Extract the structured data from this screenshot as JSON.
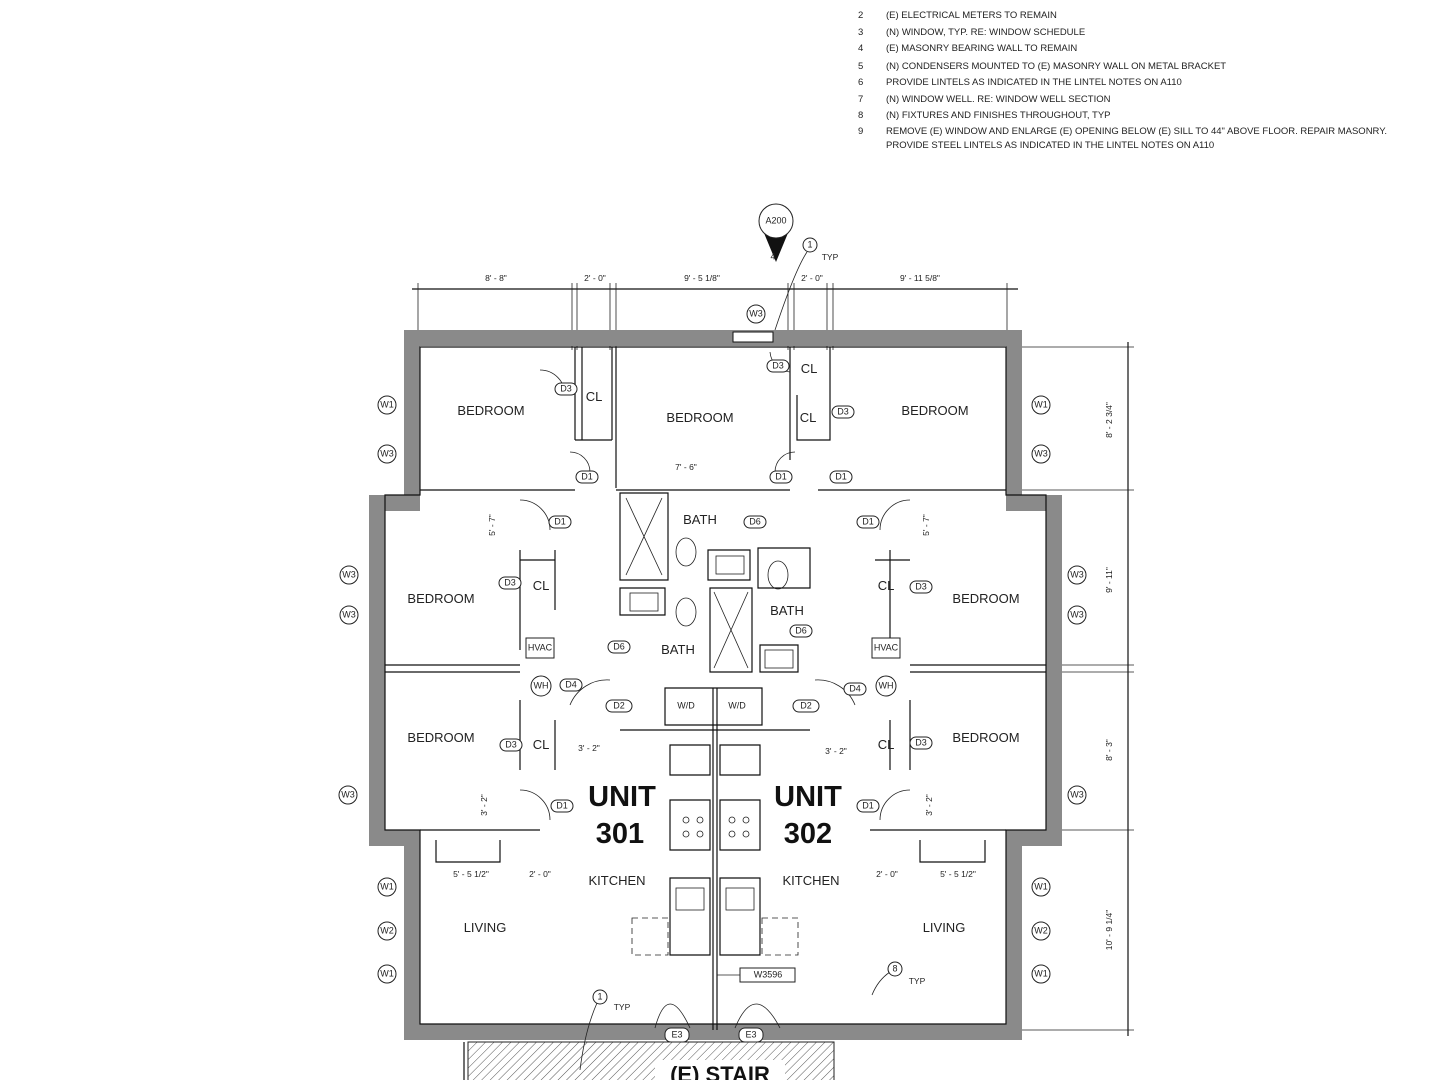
{
  "notes": [
    {
      "num": "2",
      "text": "(E) ELECTRICAL METERS TO REMAIN"
    },
    {
      "num": "3",
      "text": "(N) WINDOW, TYP. RE: WINDOW SCHEDULE"
    },
    {
      "num": "4",
      "text": "(E) MASONRY BEARING WALL TO REMAIN"
    },
    {
      "num": "5",
      "text": "(N) CONDENSERS MOUNTED TO (E) MASONRY WALL ON METAL BRACKET"
    },
    {
      "num": "6",
      "text": "PROVIDE LINTELS AS INDICATED IN THE LINTEL NOTES ON A110"
    },
    {
      "num": "7",
      "text": "(N) WINDOW WELL. RE: WINDOW WELL SECTION"
    },
    {
      "num": "8",
      "text": "(N) FIXTURES AND FINISHES THROUGHOUT, TYP"
    },
    {
      "num": "9",
      "text": "REMOVE (E) WINDOW AND ENLARGE (E) OPENING BELOW (E) SILL TO 44\" ABOVE FLOOR. REPAIR MASONRY."
    },
    {
      "num": "",
      "text": "PROVIDE STEEL LINTELS AS INDICATED IN THE LINTEL NOTES ON A110"
    }
  ],
  "section_marker": {
    "sheet": "A200",
    "detail": "4"
  },
  "top_dims": [
    "8' - 8\"",
    "2' - 0\"",
    "9' - 5 1/8\"",
    "2' - 0\"",
    "9' - 11 5/8\""
  ],
  "right_dims": [
    "8' - 2 3/4\"",
    "9' - 11\"",
    "8' - 3\"",
    "10' - 9 1/4\""
  ],
  "rooms": {
    "bedroom": "BEDROOM",
    "bath": "BATH",
    "closet": "CL",
    "kitchen": "KITCHEN",
    "living": "LIVING",
    "stair": "(E) STAIR"
  },
  "units": [
    {
      "word": "UNIT",
      "number": "301"
    },
    {
      "word": "UNIT",
      "number": "302"
    }
  ],
  "typ": "TYP",
  "keynotes": [
    "1",
    "1",
    "8"
  ],
  "doors": {
    "d1": "D1",
    "d2": "D2",
    "d3": "D3",
    "d4": "D4",
    "d6": "D6",
    "e3": "E3"
  },
  "windows": {
    "w1": "W1",
    "w2": "W2",
    "w3": "W3"
  },
  "equipment": {
    "hvac": "HVAC",
    "wh": "WH",
    "wd": "W/D"
  },
  "wall_tag": "W3596",
  "misc_dims": {
    "bed_width": "7' - 6\"",
    "hall": "3' - 2\"",
    "living_left": "5' - 5 1/2\"",
    "two_ft": "2' - 0\"",
    "v1": "5' - 7\"",
    "v2": "3' - 2\""
  }
}
